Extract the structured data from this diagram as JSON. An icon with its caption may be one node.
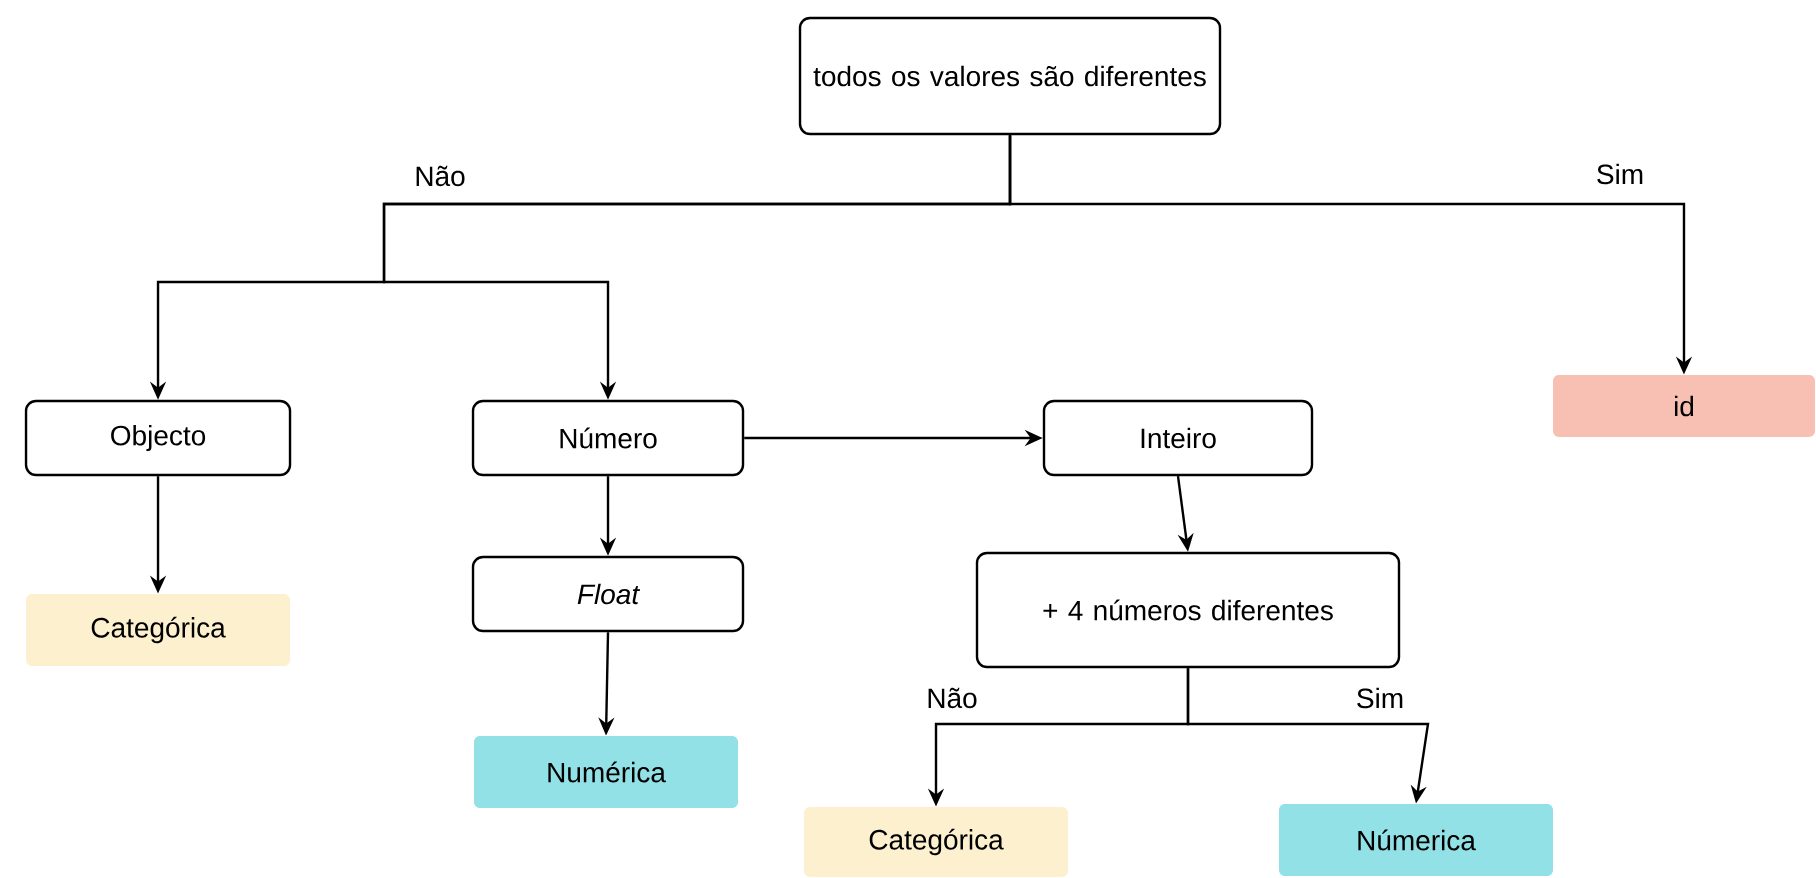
{
  "diagram": {
    "nodes": [
      {
        "text": [
          "todos os valores são diferentes"
        ]
      },
      {
        "text": [
          "Objecto"
        ]
      },
      {
        "text": [
          "Número"
        ]
      },
      {
        "text": [
          "Inteiro"
        ]
      },
      {
        "text": [
          "id"
        ]
      },
      {
        "text": [
          "Categórica"
        ]
      },
      {
        "text": [
          "Float"
        ]
      },
      {
        "text": [
          "Numérica"
        ]
      },
      {
        "text": [
          "+ 4 números diferentes"
        ]
      },
      {
        "text": [
          "Categórica"
        ]
      },
      {
        "text": [
          "Númerica"
        ]
      }
    ],
    "edges": [
      {
        "from": 0,
        "to": 1,
        "arrow": "to",
        "label": "Não"
      },
      {
        "from": 0,
        "to": 2,
        "arrow": "to"
      },
      {
        "from": 0,
        "to": 4,
        "arrow": "to",
        "label": "Sim"
      },
      {
        "from": 1,
        "to": 5,
        "arrow": "to"
      },
      {
        "from": 2,
        "to": 3,
        "arrow": "to"
      },
      {
        "from": 2,
        "to": 6,
        "arrow": "to"
      },
      {
        "from": 6,
        "to": 7,
        "arrow": "to"
      },
      {
        "from": 3,
        "to": 8,
        "arrow": "to"
      },
      {
        "from": 8,
        "to": 9,
        "arrow": "to",
        "label": "Não"
      },
      {
        "from": 8,
        "to": 10,
        "arrow": "to",
        "label": "Sim"
      }
    ]
  }
}
